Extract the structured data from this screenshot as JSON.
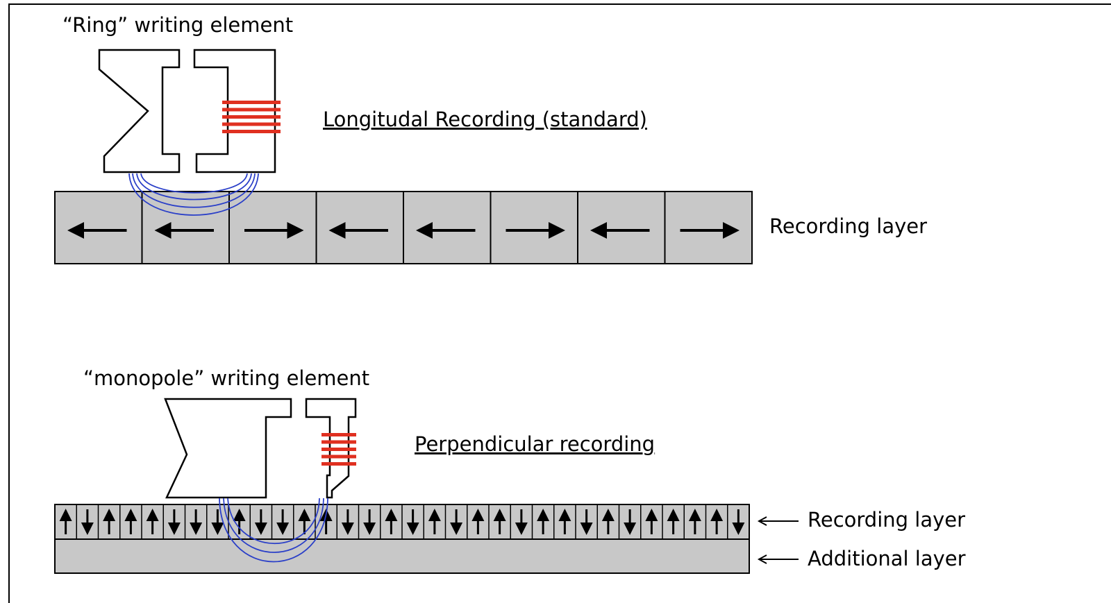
{
  "top": {
    "head_label": "“Ring” writing element",
    "title": "Longitudal Recording (standard)",
    "layer_label": "Recording layer",
    "magnetization": [
      "left",
      "left",
      "right",
      "left",
      "left",
      "right",
      "left",
      "right"
    ]
  },
  "bottom": {
    "head_label": "“monopole” writing element",
    "title": "Perpendicular recording",
    "layer_label": "Recording layer",
    "additional_label": "Additional layer",
    "magnetization": [
      "up",
      "down",
      "up",
      "up",
      "up",
      "down",
      "down",
      "down",
      "up",
      "down",
      "down",
      "up",
      "up",
      "down",
      "down",
      "up",
      "down",
      "up",
      "down",
      "up",
      "up",
      "down",
      "up",
      "up",
      "down",
      "up",
      "down",
      "up",
      "up",
      "up",
      "up",
      "down"
    ]
  },
  "colors": {
    "coil": "#e03020",
    "flux": "#2a3fc8",
    "medium": "#c8c8c8",
    "outline": "#000000"
  }
}
